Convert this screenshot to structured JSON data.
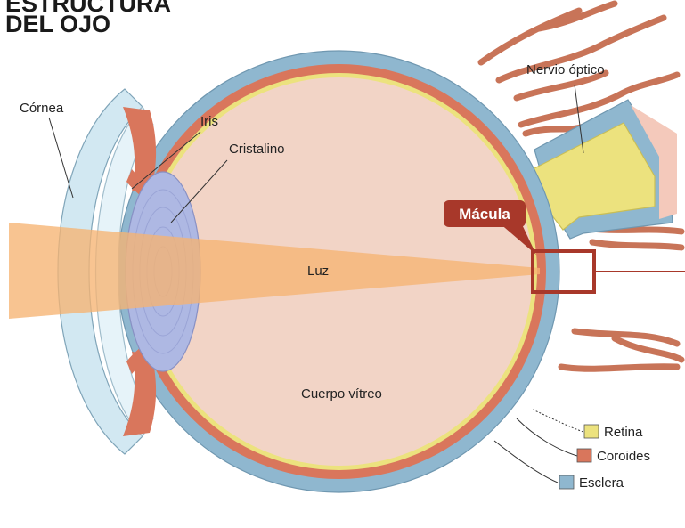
{
  "title": {
    "line1": "ESTRUCTURA",
    "line2": "DEL OJO"
  },
  "labels": {
    "cornea": "Córnea",
    "iris": "Iris",
    "cristalino": "Cristalino",
    "nervio_optico": "Nervio óptico",
    "macula": "Mácula",
    "luz": "Luz",
    "cuerpo_vitreo": "Cuerpo vítreo"
  },
  "legend": [
    {
      "label": "Retina",
      "color": "#ece27e"
    },
    {
      "label": "Coroides",
      "color": "#d9765c"
    },
    {
      "label": "Esclera",
      "color": "#8fb7cf"
    }
  ],
  "colors": {
    "sclera": "#8fb7cf",
    "sclera_outline": "#6f97b0",
    "choroid": "#d9765c",
    "retina": "#ece27e",
    "vitreous": "#f2d4c6",
    "light_beam": "#f6b472",
    "cornea": "#d2e8f2",
    "lens": "#aeb8e3",
    "blood_vessels": "#c87458",
    "macula_box": "#a8382a"
  }
}
